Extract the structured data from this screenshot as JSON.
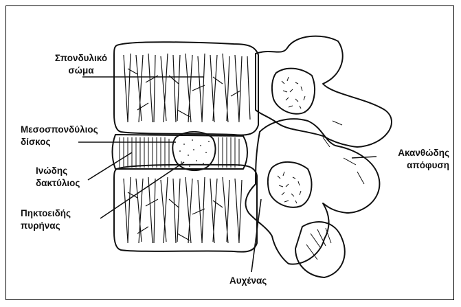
{
  "labels": {
    "vertebral_body": [
      "Σπονδυλικό",
      "σώμα"
    ],
    "intervertebral_disc": [
      "Μεσοσπονδύλιος",
      "δίσκος"
    ],
    "annulus_fibrosus": [
      "Ινώδης",
      "δακτύλιος"
    ],
    "nucleus_pulposus": [
      "Πηκτοειδής",
      "πυρήνας"
    ],
    "spinous_process": [
      "Ακανθώδης",
      "απόφυση"
    ],
    "pedicle": "Αυχένας"
  }
}
